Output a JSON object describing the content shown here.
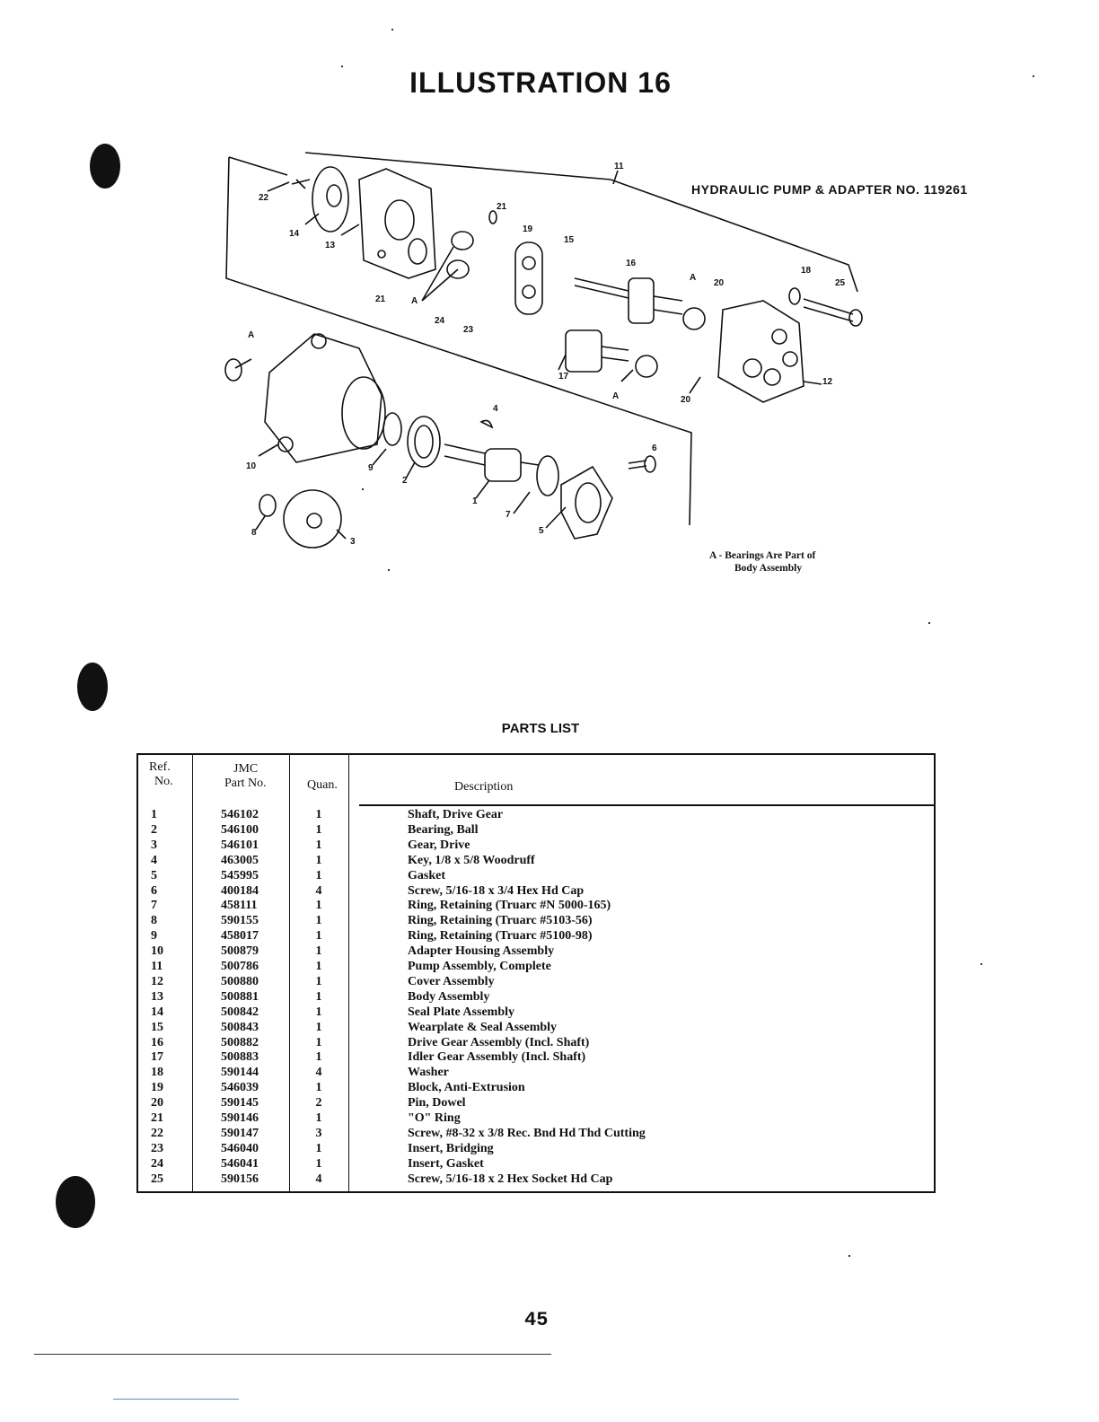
{
  "title": "ILLUSTRATION 16",
  "diagram": {
    "heading": "HYDRAULIC PUMP & ADAPTER NO. 119261",
    "bearing_note_line1": "A - Bearings Are Part of",
    "bearing_note_line2": "Body Assembly",
    "callouts": [
      "1",
      "2",
      "3",
      "4",
      "5",
      "6",
      "7",
      "8",
      "9",
      "10",
      "11",
      "12",
      "13",
      "14",
      "15",
      "16",
      "17",
      "18",
      "19",
      "20",
      "20",
      "21",
      "21",
      "22",
      "23",
      "24",
      "25",
      "A",
      "A",
      "A",
      "A"
    ]
  },
  "parts_list": {
    "heading": "PARTS LIST",
    "headers": {
      "ref_line1": "Ref.",
      "ref_line2": "No.",
      "part_line1": "JMC",
      "part_line2": "Part No.",
      "qty": "Quan.",
      "desc": "Description"
    },
    "rows": [
      {
        "ref": "1",
        "part": "546102",
        "qty": "1",
        "desc": "Shaft, Drive Gear"
      },
      {
        "ref": "2",
        "part": "546100",
        "qty": "1",
        "desc": "Bearing, Ball"
      },
      {
        "ref": "3",
        "part": "546101",
        "qty": "1",
        "desc": "Gear, Drive"
      },
      {
        "ref": "4",
        "part": "463005",
        "qty": "1",
        "desc": "Key, 1/8 x 5/8 Woodruff"
      },
      {
        "ref": "5",
        "part": "545995",
        "qty": "1",
        "desc": "Gasket"
      },
      {
        "ref": "6",
        "part": "400184",
        "qty": "4",
        "desc": "Screw, 5/16-18 x 3/4 Hex Hd Cap"
      },
      {
        "ref": "7",
        "part": "458111",
        "qty": "1",
        "desc": "Ring, Retaining (Truarc #N 5000-165)"
      },
      {
        "ref": "8",
        "part": "590155",
        "qty": "1",
        "desc": "Ring, Retaining (Truarc #5103-56)"
      },
      {
        "ref": "9",
        "part": "458017",
        "qty": "1",
        "desc": "Ring, Retaining (Truarc #5100-98)"
      },
      {
        "ref": "10",
        "part": "500879",
        "qty": "1",
        "desc": "Adapter Housing Assembly"
      },
      {
        "ref": "11",
        "part": "500786",
        "qty": "1",
        "desc": "Pump Assembly, Complete"
      },
      {
        "ref": "12",
        "part": "500880",
        "qty": "1",
        "desc": "Cover Assembly"
      },
      {
        "ref": "13",
        "part": "500881",
        "qty": "1",
        "desc": "Body Assembly"
      },
      {
        "ref": "14",
        "part": "500842",
        "qty": "1",
        "desc": "Seal Plate Assembly"
      },
      {
        "ref": "15",
        "part": "500843",
        "qty": "1",
        "desc": "Wearplate & Seal Assembly"
      },
      {
        "ref": "16",
        "part": "500882",
        "qty": "1",
        "desc": "Drive Gear Assembly (Incl. Shaft)"
      },
      {
        "ref": "17",
        "part": "500883",
        "qty": "1",
        "desc": "Idler Gear Assembly (Incl. Shaft)"
      },
      {
        "ref": "18",
        "part": "590144",
        "qty": "4",
        "desc": "Washer"
      },
      {
        "ref": "19",
        "part": "546039",
        "qty": "1",
        "desc": "Block, Anti-Extrusion"
      },
      {
        "ref": "20",
        "part": "590145",
        "qty": "2",
        "desc": "Pin, Dowel"
      },
      {
        "ref": "21",
        "part": "590146",
        "qty": "1",
        "desc": "\"O\" Ring"
      },
      {
        "ref": "22",
        "part": "590147",
        "qty": "3",
        "desc": "Screw, #8-32 x 3/8 Rec. Bnd Hd Thd Cutting"
      },
      {
        "ref": "23",
        "part": "546040",
        "qty": "1",
        "desc": "Insert, Bridging"
      },
      {
        "ref": "24",
        "part": "546041",
        "qty": "1",
        "desc": "Insert, Gasket"
      },
      {
        "ref": "25",
        "part": "590156",
        "qty": "4",
        "desc": "Screw, 5/16-18 x 2 Hex Socket Hd Cap"
      }
    ]
  },
  "page_number": "45"
}
